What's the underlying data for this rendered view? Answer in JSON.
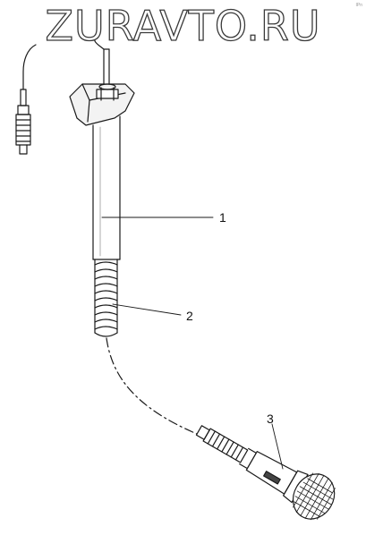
{
  "watermark": "ZURAVTO.RU",
  "callouts": [
    "1",
    "2",
    "3"
  ],
  "corner_mark": "IPn"
}
